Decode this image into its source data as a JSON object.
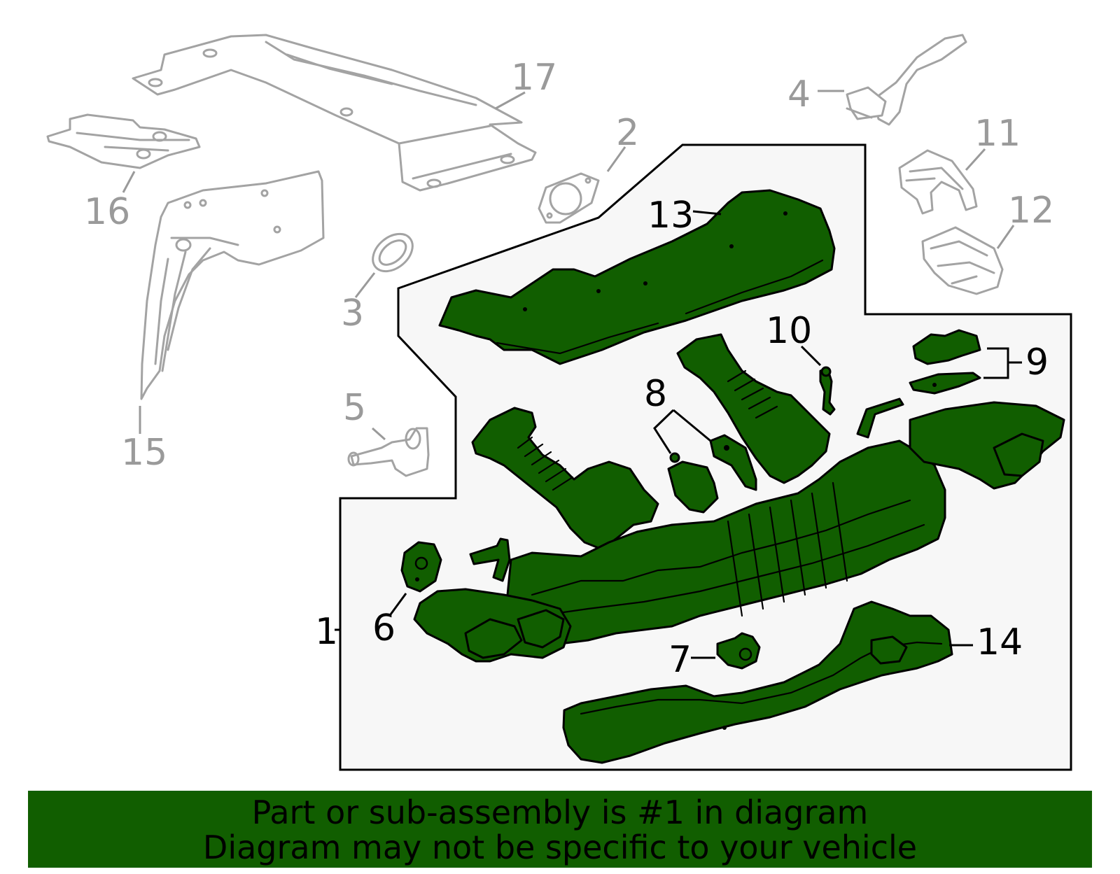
{
  "diagram": {
    "callouts": [
      {
        "id": "1",
        "text": "1",
        "highlighted": true
      },
      {
        "id": "2",
        "text": "2",
        "highlighted": false
      },
      {
        "id": "3",
        "text": "3",
        "highlighted": false
      },
      {
        "id": "4",
        "text": "4",
        "highlighted": false
      },
      {
        "id": "5",
        "text": "5",
        "highlighted": false
      },
      {
        "id": "6",
        "text": "6",
        "highlighted": true
      },
      {
        "id": "7",
        "text": "7",
        "highlighted": true
      },
      {
        "id": "8",
        "text": "8",
        "highlighted": true
      },
      {
        "id": "9",
        "text": "9",
        "highlighted": true
      },
      {
        "id": "10",
        "text": "10",
        "highlighted": true
      },
      {
        "id": "11",
        "text": "11",
        "highlighted": false
      },
      {
        "id": "12",
        "text": "12",
        "highlighted": false
      },
      {
        "id": "13",
        "text": "13",
        "highlighted": true
      },
      {
        "id": "14",
        "text": "14",
        "highlighted": true
      },
      {
        "id": "15",
        "text": "15",
        "highlighted": false
      },
      {
        "id": "16",
        "text": "16",
        "highlighted": false
      },
      {
        "id": "17",
        "text": "17",
        "highlighted": false
      }
    ],
    "colors": {
      "highlight": "#115e00",
      "assembly_bg": "#f7f7f7",
      "unselected_part": "#a3a3a3",
      "outline": "#000000"
    }
  },
  "banner": {
    "line1": "Part or sub-assembly is #1 in diagram",
    "line2": "Diagram may not be specific to your vehicle"
  }
}
